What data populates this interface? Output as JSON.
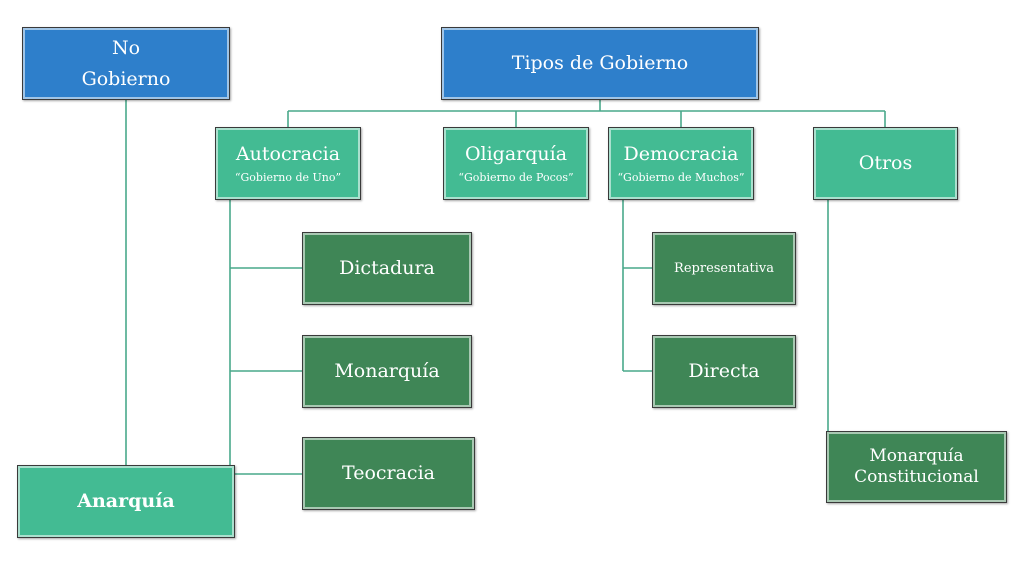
{
  "root": {
    "title": "Tipos de Gobierno"
  },
  "no_gobierno": {
    "line1": "No",
    "line2": "Gobierno"
  },
  "anarquia": {
    "title": "Anarquía"
  },
  "autocracia": {
    "title": "Autocracia",
    "subtitle": "“Gobierno de Uno”",
    "children": [
      "Dictadura",
      "Monarquía",
      "Teocracia"
    ]
  },
  "oligarquia": {
    "title": "Oligarquía",
    "subtitle": "“Gobierno de Pocos”"
  },
  "democracia": {
    "title": "Democracia",
    "subtitle": "“Gobierno de Muchos”",
    "children": [
      "Representativa",
      "Directa"
    ]
  },
  "otros": {
    "title": "Otros",
    "children_lines": [
      "Monarquía",
      "Constitucional"
    ]
  },
  "colors": {
    "blue_box": "#2e7fcb",
    "teal_box": "#43bb93",
    "green_box": "#3f8656",
    "connector": "#49a88a"
  }
}
